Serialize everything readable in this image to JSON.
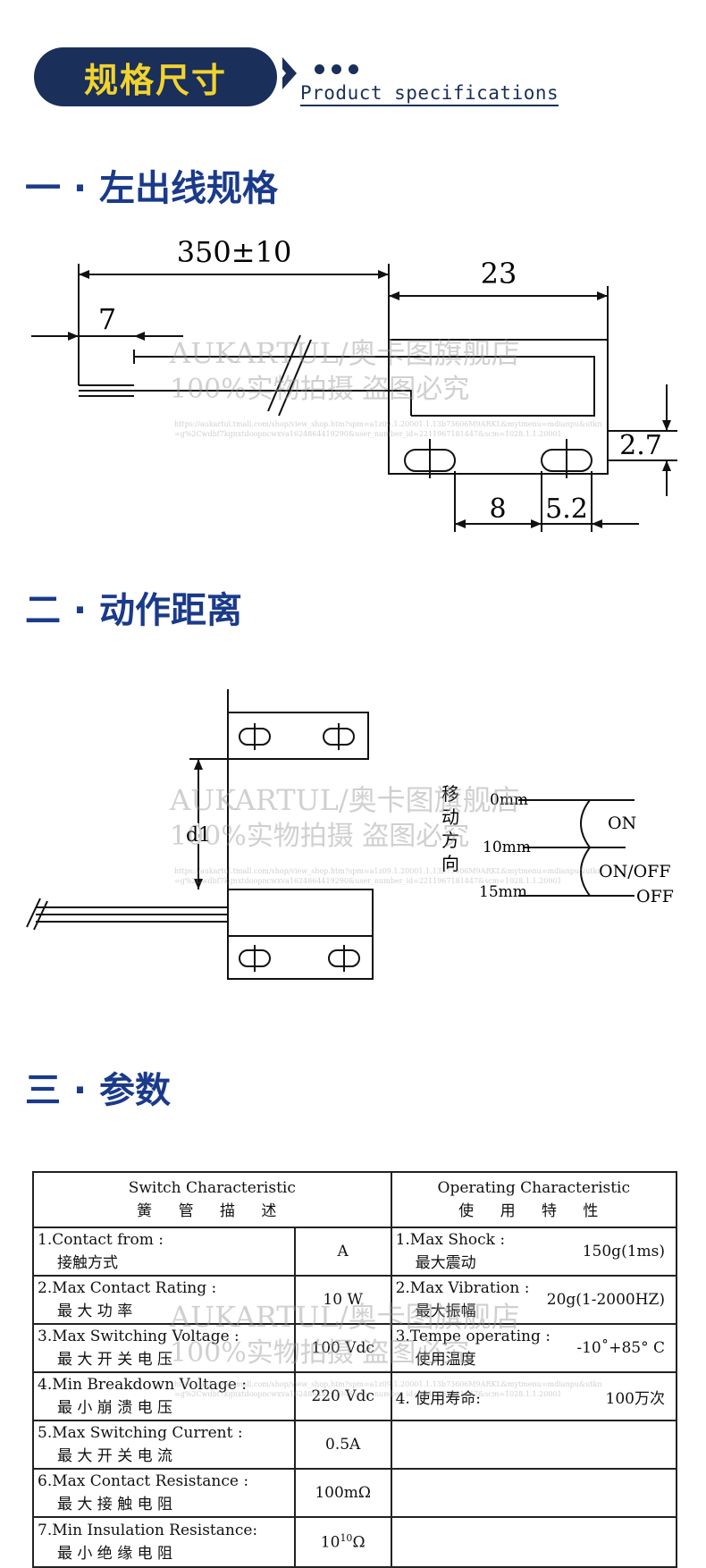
{
  "header": {
    "badge_text": "规格尺寸",
    "subtitle": "Product specifications"
  },
  "sections": {
    "s1": "一 · 左出线规格",
    "s2": "二 · 动作距离",
    "s3": "三 · 参数"
  },
  "diagram1": {
    "dim_length": "350±10",
    "dim_width": "23",
    "dim_lead": "7",
    "dim_height": "2.7",
    "dim_hole_spacing": "8",
    "dim_hole_width": "5.2"
  },
  "diagram2": {
    "d1_label": "d1",
    "direction_chars": [
      "移",
      "动",
      "方",
      "向"
    ],
    "dist_0": "0mm",
    "dist_10": "10mm",
    "dist_15": "15mm",
    "state_on": "ON",
    "state_onoff": "ON/OFF",
    "state_off": "OFF"
  },
  "watermark": {
    "line1": "AUKARTUL/奥卡图旗舰店",
    "line2": "100%实物拍摄 盗图必究",
    "url1": "https://aukartul.tmall.com/shop/view_shop.htm?spm=a1z09.1.20001.1.13b73606M9ARKL&mytmenu=mdianpu&utkn",
    "url2": "=g%2Cwdbf7kgnxtdoopncwxva1624864419290&user_number_id=2211967181447&scm=1028.1.1.20001"
  },
  "table": {
    "left_header_en": "Switch Characteristic",
    "left_header_cn": "簧 管 描 述",
    "right_header_en": "Operating Characteristic",
    "right_header_cn": "使 用 特 性",
    "rows": [
      {
        "en": "1.Contact from :",
        "cn": "接触方式",
        "value": "A",
        "r_en": "1.Max Shock :",
        "r_cn": "最大震动",
        "r_value": "150g(1ms)"
      },
      {
        "en": "2.Max Contact Rating :",
        "cn": "最 大 功 率",
        "value": "10 W",
        "r_en": "2.Max Vibration :",
        "r_cn": "最大振幅",
        "r_value": "20g(1-2000HZ)"
      },
      {
        "en": "3.Max Switching Voltage :",
        "cn": "最 大 开 关 电 压",
        "value": "100 Vdc",
        "r_en": "3.Tempe operating :",
        "r_cn": "使用温度",
        "r_value": "-10˚+85° C"
      },
      {
        "en": "4.Min Breakdown Voltage :",
        "cn": "最 小 崩 溃 电 压",
        "value": "220 Vdc",
        "r_en": "4. 使用寿命:",
        "r_cn": "",
        "r_value": "100万次"
      },
      {
        "en": "5.Max Switching Current :",
        "cn": "最 大 开 关 电 流",
        "value": "0.5A",
        "r_en": "",
        "r_cn": "",
        "r_value": ""
      },
      {
        "en": "6.Max Contact Resistance :",
        "cn": "最 大 接 触 电 阻",
        "value": "100mΩ",
        "r_en": "",
        "r_cn": "",
        "r_value": ""
      },
      {
        "en": "7.Min Insulation Resistance:",
        "cn": "最 小 绝 缘 电 阻",
        "value": "10",
        "value_sup": "10",
        "value_unit": "Ω",
        "r_en": "",
        "r_cn": "",
        "r_value": ""
      }
    ]
  }
}
